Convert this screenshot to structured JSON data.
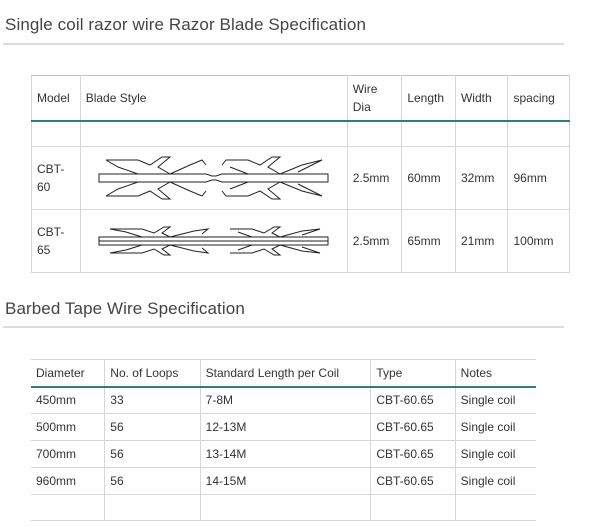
{
  "section1": {
    "title": "Single coil razor wire Razor Blade Specification",
    "headers": {
      "model": "Model",
      "blade_style": "Blade Style",
      "wire_dia_1": "Wire",
      "wire_dia_2": "Dia",
      "length": "Length",
      "width": "Width",
      "spacing": "spacing"
    },
    "rows": [
      {
        "model_1": "CBT-",
        "model_2": "60",
        "blade_icon": "razor-blade-cbt-60-icon",
        "wire_dia": "2.5mm",
        "length": "60mm",
        "width": "32mm",
        "spacing": "96mm"
      },
      {
        "model_1": "CBT-",
        "model_2": "65",
        "blade_icon": "razor-blade-cbt-65-icon",
        "wire_dia": "2.5mm",
        "length": "65mm",
        "width": "21mm",
        "spacing": "100mm"
      }
    ]
  },
  "section2": {
    "title": "Barbed Tape Wire Specification",
    "headers": [
      "Diameter",
      "No. of Loops",
      "Standard Length per Coil",
      "Type",
      "Notes"
    ],
    "rows": [
      [
        "450mm",
        "33",
        "7-8M",
        "CBT-60.65",
        "Single coil"
      ],
      [
        "500mm",
        "56",
        "12-13M",
        "CBT-60.65",
        "Single coil"
      ],
      [
        "700mm",
        "56",
        "13-14M",
        "CBT-60.65",
        "Single coil"
      ],
      [
        "960mm",
        "56",
        "14-15M",
        "CBT-60.65",
        "Single coil"
      ]
    ]
  },
  "colors": {
    "title": "#444444",
    "header_rule": "#2f7f79",
    "border": "#d6d6d6",
    "text": "#333333"
  }
}
